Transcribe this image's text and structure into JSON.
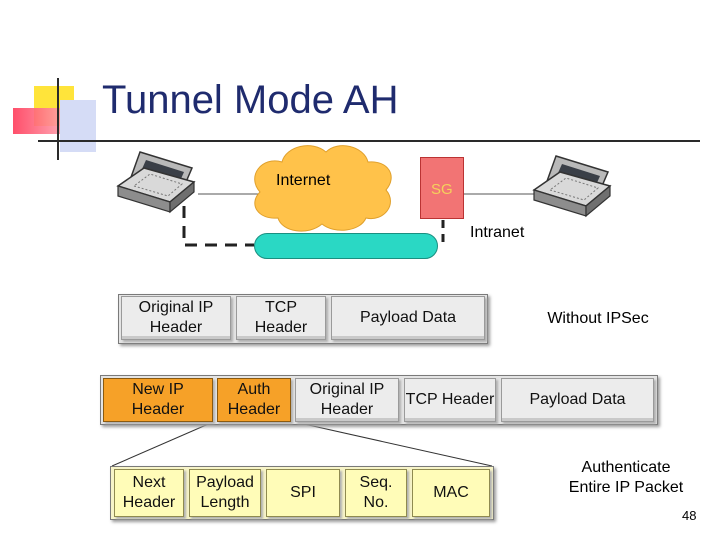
{
  "title": "Tunnel Mode AH",
  "network": {
    "cloud_label": "Internet",
    "gateway_label": "SG",
    "intranet_label": "Intranet",
    "cloud_color": "#ffc24a",
    "tunnel_color": "#2ad8c4"
  },
  "packet_without_ipsec": {
    "fields": [
      "Original IP Header",
      "TCP Header",
      "Payload Data"
    ],
    "note": "Without IPSec"
  },
  "packet_with_ah": {
    "fields": [
      "New IP Header",
      "Auth Header",
      "Original IP Header",
      "TCP Header",
      "Payload Data"
    ]
  },
  "auth_header": {
    "fields": [
      "Next Header",
      "Payload Length",
      "SPI",
      "Seq. No.",
      "MAC"
    ],
    "note": "Authenticate Entire IP Packet"
  },
  "page_number": "48",
  "colors": {
    "title": "#1f2b6e",
    "new_ip_header": "#f6a128",
    "auth_fields": "#fffcb8"
  }
}
